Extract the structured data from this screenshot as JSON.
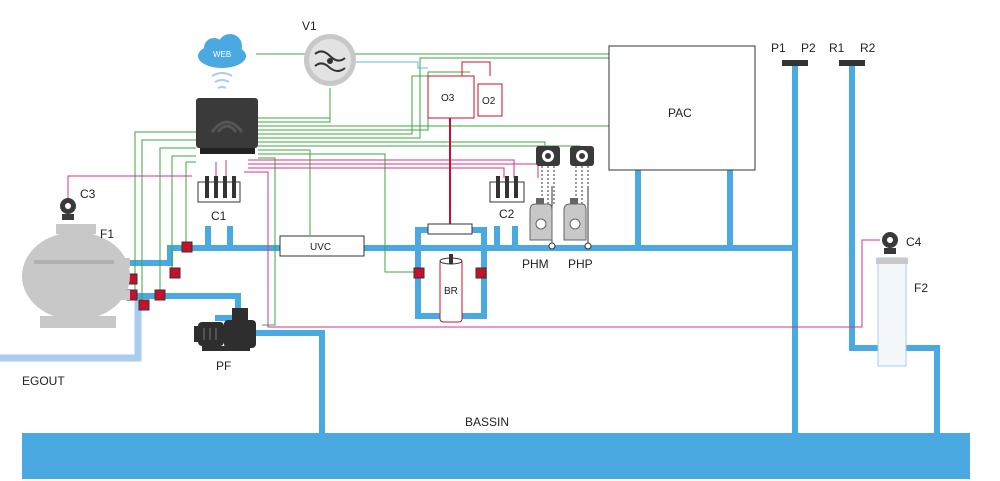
{
  "labels": {
    "web": "WEB",
    "v1": "V1",
    "o3": "O3",
    "o2": "O2",
    "pac": "PAC",
    "p1": "P1",
    "p2": "P2",
    "r1": "R1",
    "r2": "R2",
    "c1": "C1",
    "c2": "C2",
    "c3": "C3",
    "c4": "C4",
    "f1": "F1",
    "f2": "F2",
    "uvc": "UVC",
    "br": "BR",
    "phm": "PHM",
    "php": "PHP",
    "pf": "PF",
    "egout": "EGOUT",
    "bassin": "BASSIN"
  },
  "colors": {
    "water_pipe": "#4aa9e0",
    "drain_pipe": "#a9cdee",
    "control_wire": "#3ca63c",
    "sensor_wire": "#d6338b",
    "ozone_line": "#c8102e",
    "equipment_gray": "#c8c8c8",
    "controller": "#3a3a3a"
  },
  "icons": [
    "cloud-icon",
    "wifi-icon",
    "valve-icon",
    "pump-icon",
    "sensor-icon",
    "peristaltic-pump-icon",
    "chemical-can-icon"
  ]
}
